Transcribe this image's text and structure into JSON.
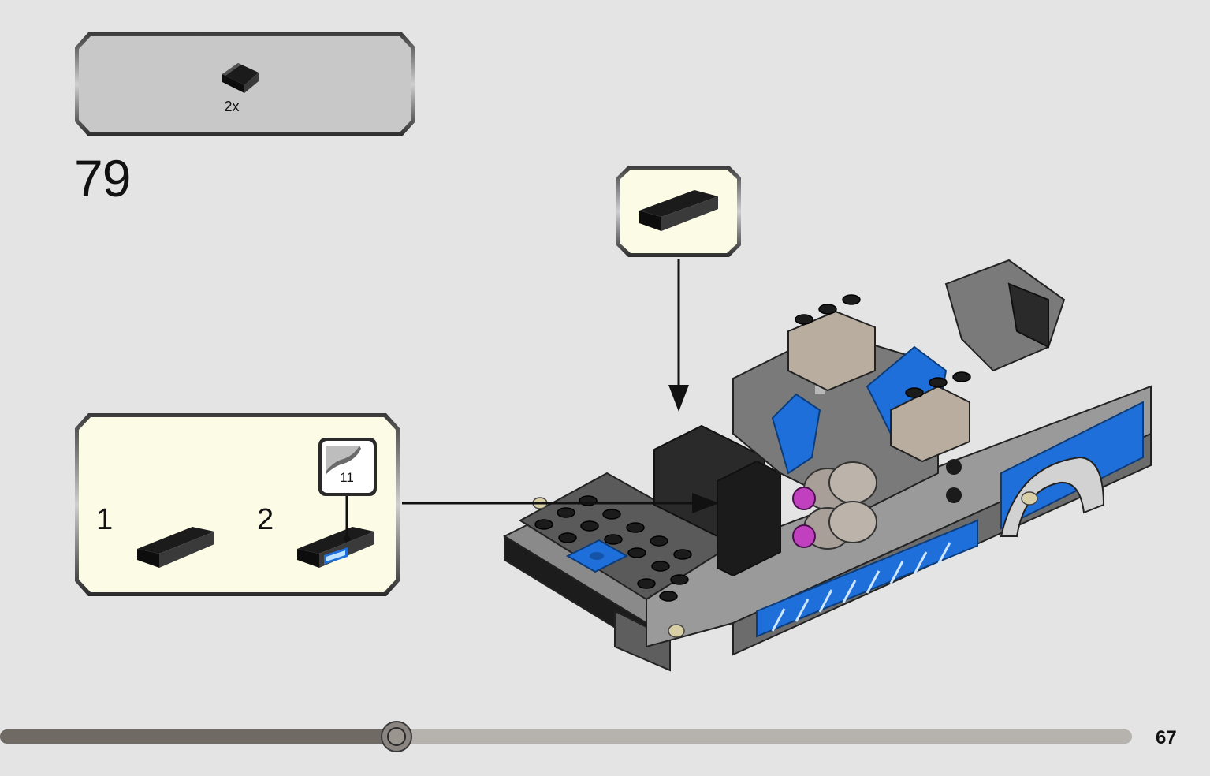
{
  "parts_callout": {
    "quantity_label": "2x"
  },
  "step": {
    "number": "79"
  },
  "sub_build": {
    "step_1_label": "1",
    "step_2_label": "2",
    "sticker_number": "11"
  },
  "progress": {
    "fraction": 0.35
  },
  "page": {
    "number": "67"
  },
  "colors": {
    "background": "#e4e4e4",
    "callout_gray": "#c8c8c8",
    "callout_cream": "#fcfbe6",
    "brick_dark": "#2a2a2a",
    "brick_gray": "#8a8a8a",
    "brick_blue": "#1e6fd9",
    "progress_done": "#6f6a64",
    "progress_remaining": "#b6b2ad"
  },
  "icons": [
    "slope-brick-icon",
    "sticker-icon",
    "progress-knob-icon"
  ]
}
